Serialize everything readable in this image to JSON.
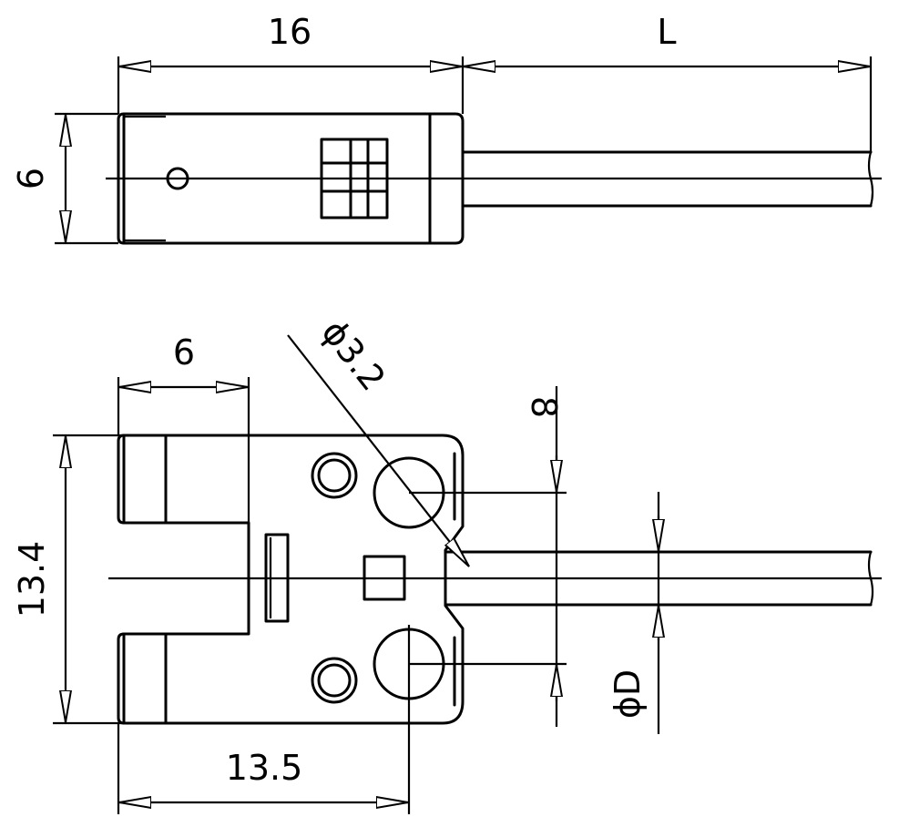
{
  "top_view": {
    "width_label": "16",
    "length_label": "L",
    "height_label": "6"
  },
  "front_view": {
    "slot_width_label": "6",
    "hole_diameter_label": "ϕ3.2",
    "hole_spacing_label": "8",
    "overall_height_label": "13.4",
    "cable_diameter_label": "ϕD",
    "hole_offset_label": "13.5"
  }
}
